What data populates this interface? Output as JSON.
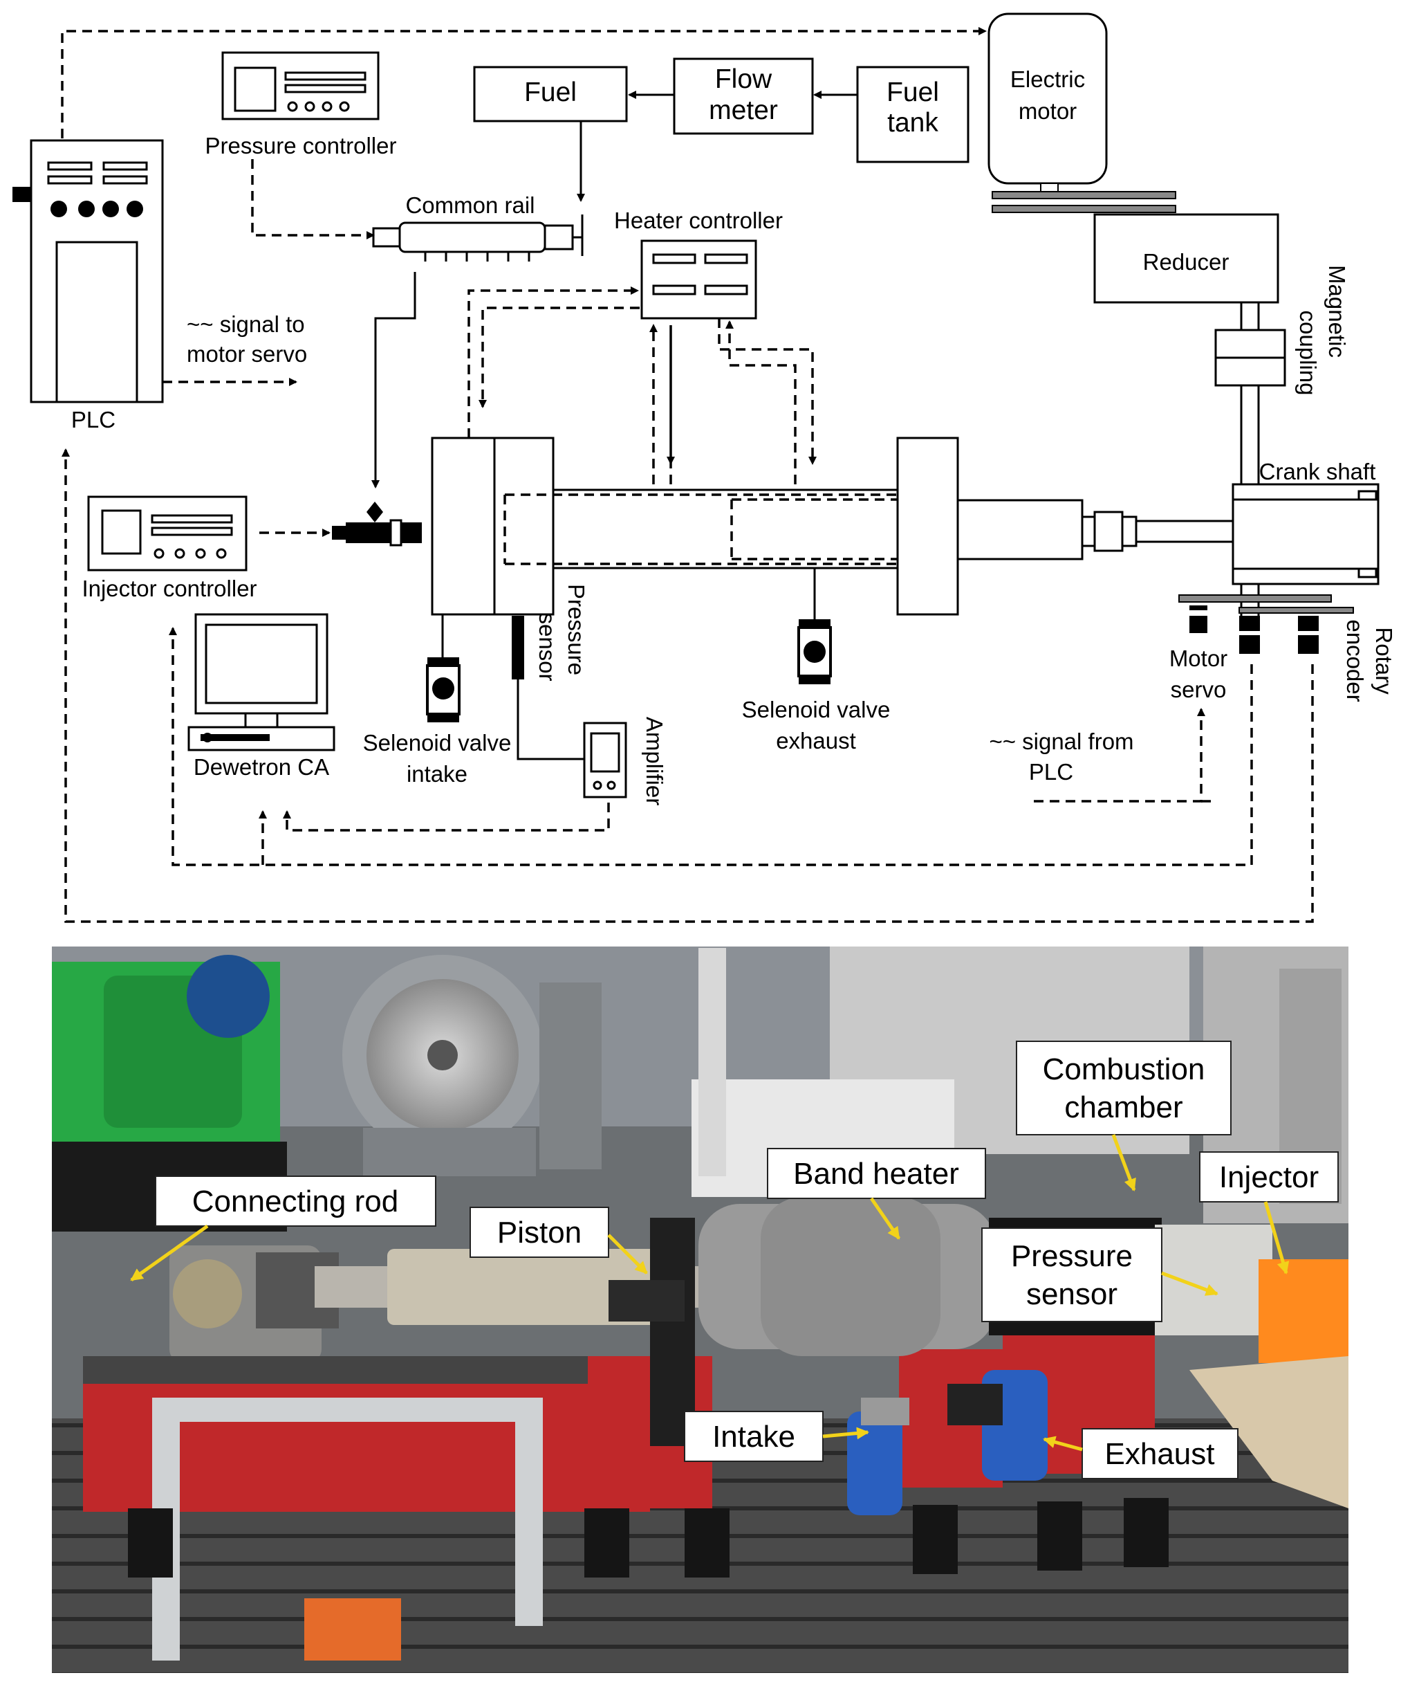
{
  "schematic": {
    "labels": {
      "pressure_controller": "Pressure controller",
      "common_rail": "Common rail",
      "fuel": "Fuel",
      "flow_meter_1": "Flow",
      "flow_meter_2": "meter",
      "fuel_tank_1": "Fuel",
      "fuel_tank_2": "tank",
      "electric_motor_1": "Electric",
      "electric_motor_2": "motor",
      "reducer": "Reducer",
      "magnetic_coupling_1": "Magnetic",
      "magnetic_coupling_2": "coupling",
      "heater_controller": "Heater controller",
      "plc": "PLC",
      "signal_to_servo_1": "~~ signal to",
      "signal_to_servo_2": "motor servo",
      "crank_shaft": "Crank shaft",
      "injector_controller": "Injector controller",
      "dewetron": "Dewetron CA",
      "pressure_sensor_1": "Pressure",
      "pressure_sensor_2": "sensor",
      "selenoid_intake_1": "Selenoid valve",
      "selenoid_intake_2": "intake",
      "amplifier": "Amplifier",
      "selenoid_exhaust_1": "Selenoid valve",
      "selenoid_exhaust_2": "exhaust",
      "signal_from_plc_1": "~~ signal from",
      "signal_from_plc_2": "PLC",
      "motor_servo_1": "Motor",
      "motor_servo_2": "servo",
      "rotary_encoder_1": "Rotary",
      "rotary_encoder_2": "encoder"
    }
  },
  "photo": {
    "callouts": {
      "combustion_chamber_1": "Combustion",
      "combustion_chamber_2": "chamber",
      "band_heater": "Band heater",
      "injector": "Injector",
      "connecting_rod": "Connecting rod",
      "piston": "Piston",
      "pressure_sensor_1": "Pressure",
      "pressure_sensor_2": "sensor",
      "intake": "Intake",
      "exhaust": "Exhaust"
    },
    "colors": {
      "callout_arrow": "#f2d21a",
      "red_stand": "#c0282a",
      "green_gearbox": "#27a845",
      "blue_valve": "#2a5fbf",
      "orange_injector": "#ff8a1e"
    }
  }
}
